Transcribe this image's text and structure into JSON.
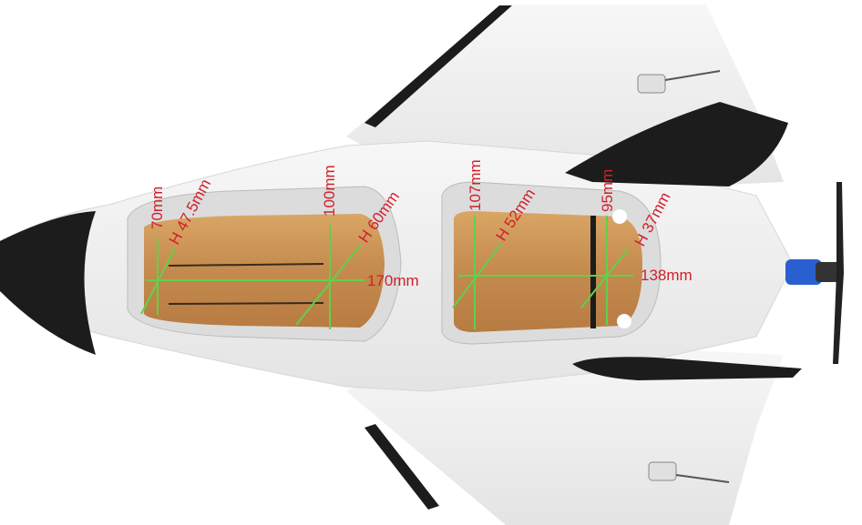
{
  "colors": {
    "foam": "#f2f2f2",
    "black": "#1c1c1c",
    "wood": "#c89256",
    "dimension_line": "#5fd14a",
    "label": "#d0202a",
    "motor": "#2a5fd0"
  },
  "front_bay": {
    "width_label": "70mm",
    "diag_label_front": "H 47.5mm",
    "width_label_rear": "100mm",
    "diag_label_rear": "H 60mm",
    "length_label": "170mm"
  },
  "rear_bay": {
    "width_label_front": "107mm",
    "diag_label_front": "H 52mm",
    "width_label_rear": "95mm",
    "diag_label_rear": "H 37mm",
    "length_label": "138mm"
  }
}
